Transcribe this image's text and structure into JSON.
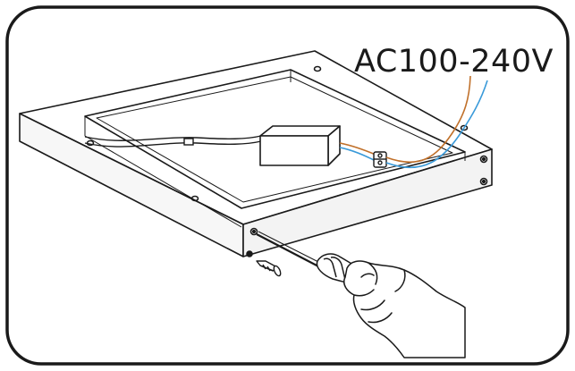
{
  "diagram": {
    "voltage_label": "AC100-240V",
    "colors": {
      "line": "#1a1a1a",
      "wire_brown": "#c0702a",
      "wire_blue": "#3a9ad9",
      "frame_shade": "#f3f3f3",
      "skin": "#ffffff"
    },
    "icons": [
      "frame",
      "driver-box",
      "terminal-connector",
      "screwdriver",
      "screw",
      "hand"
    ]
  }
}
